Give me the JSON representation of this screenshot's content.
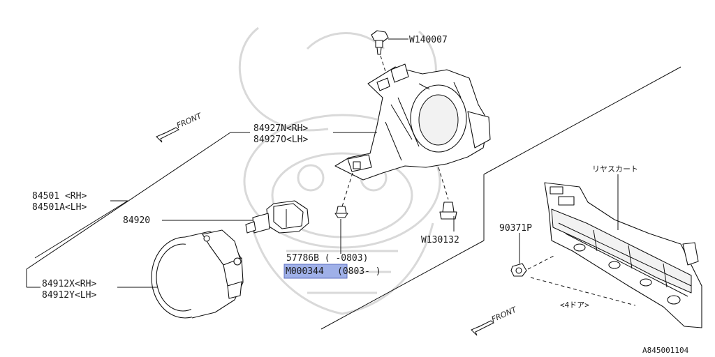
{
  "diagram_id": "A845001104",
  "labels": {
    "bolt_top": "W140007",
    "bracket_rh": "84927N<RH>",
    "bracket_lh": "84927O<LH>",
    "lamp_rh": "84501 <RH>",
    "lamp_lh": "84501A<LH>",
    "bulb": "84920",
    "cover_rh": "84912X<RH>",
    "cover_lh": "84912Y<LH>",
    "screw_a": "57786B ( -0803)",
    "screw_b_code": "M000344",
    "screw_b_range": "(0803- )",
    "nut_right": "W130132",
    "clip": "90371P",
    "rear_skirt": "リヤスカート",
    "four_door": "<4ドア>",
    "front_upper": "FRONT",
    "front_lower": "FRONT"
  },
  "colors": {
    "highlight": "#9fb0e8",
    "line": "#111111",
    "watermark": "#d9d9d9"
  }
}
